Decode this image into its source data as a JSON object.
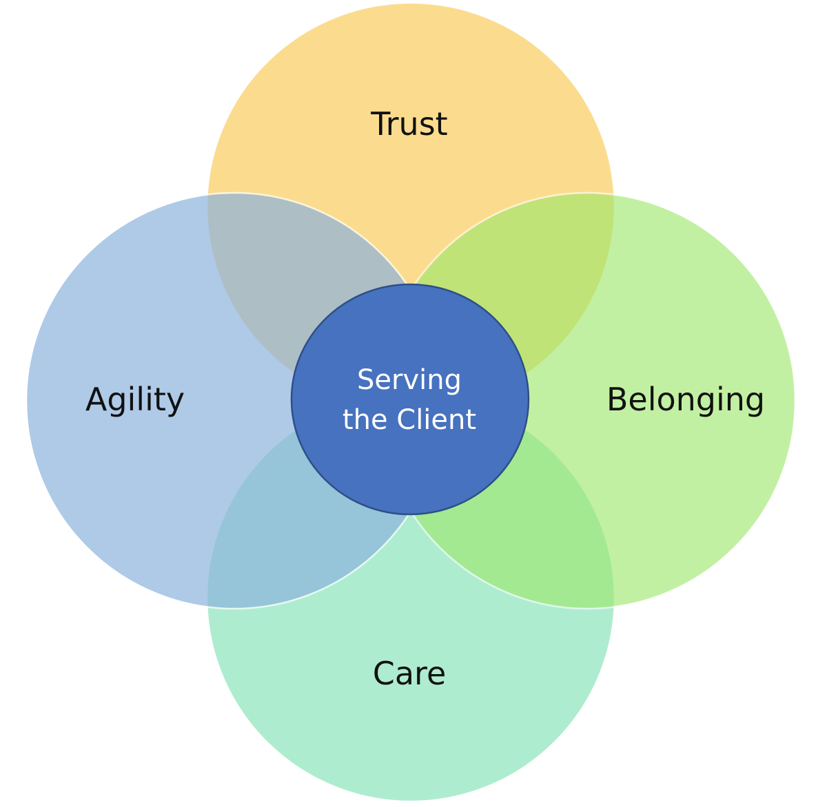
{
  "diagram": {
    "center": {
      "line1": "Serving",
      "line2": "the Client",
      "color": "#4672BF"
    },
    "petals": [
      {
        "id": "trust",
        "label": "Trust",
        "color": "#F9C74A"
      },
      {
        "id": "belonging",
        "label": "Belonging",
        "color": "#9DE86B"
      },
      {
        "id": "care",
        "label": "Care",
        "color": "#7EE2B4"
      },
      {
        "id": "agility",
        "label": "Agility",
        "color": "#8DB4DD"
      }
    ]
  }
}
